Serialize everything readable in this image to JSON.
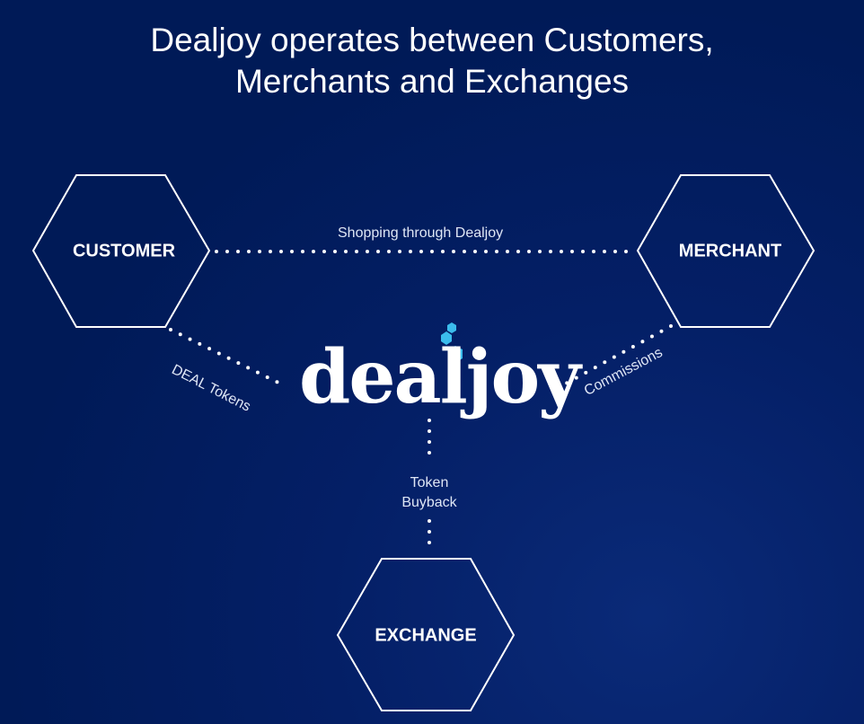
{
  "title": {
    "line1": "Dealjoy operates between Customers,",
    "line2": "Merchants and Exchanges"
  },
  "nodes": {
    "customer": "CUSTOMER",
    "merchant": "MERCHANT",
    "exchange": "EXCHANGE"
  },
  "edges": {
    "shopping": "Shopping through Dealjoy",
    "deal_tokens": "DEAL Tokens",
    "commissions": "Commissions",
    "buyback_1": "Token",
    "buyback_2": "Buyback"
  },
  "logo": {
    "text": "dealjoy",
    "accent": "#3bbcec"
  },
  "colors": {
    "background": "#001a57"
  }
}
